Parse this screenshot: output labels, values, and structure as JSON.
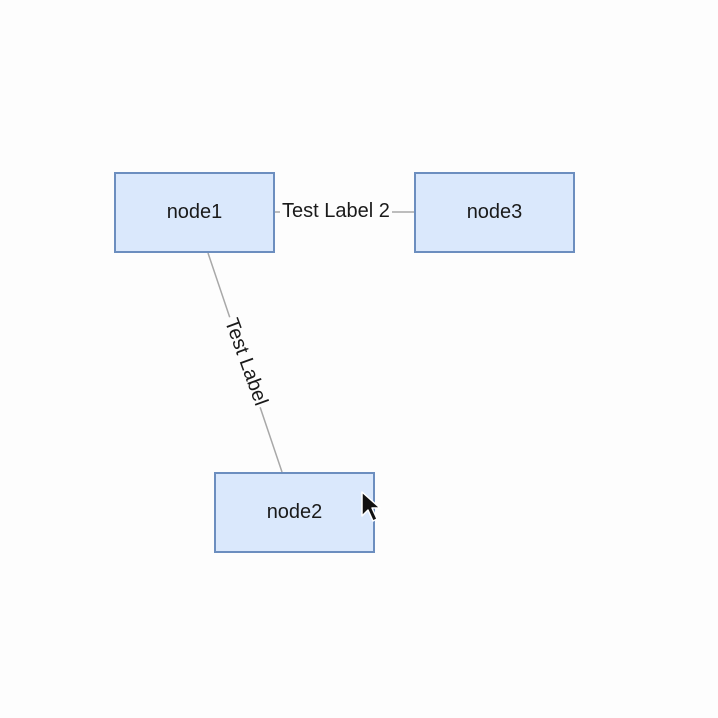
{
  "nodes": {
    "node1": {
      "label": "node1"
    },
    "node2": {
      "label": "node2"
    },
    "node3": {
      "label": "node3"
    }
  },
  "edges": {
    "node1_node2": {
      "label": "Test Label"
    },
    "node1_node3": {
      "label": "Test Label 2"
    }
  },
  "colors": {
    "node_fill": "#dae8fc",
    "node_stroke": "#6c8ebf",
    "edge_stroke": "#a8a8a8",
    "background": "#fdfdfd"
  },
  "cursor": {
    "icon": "arrow-cursor-icon"
  }
}
